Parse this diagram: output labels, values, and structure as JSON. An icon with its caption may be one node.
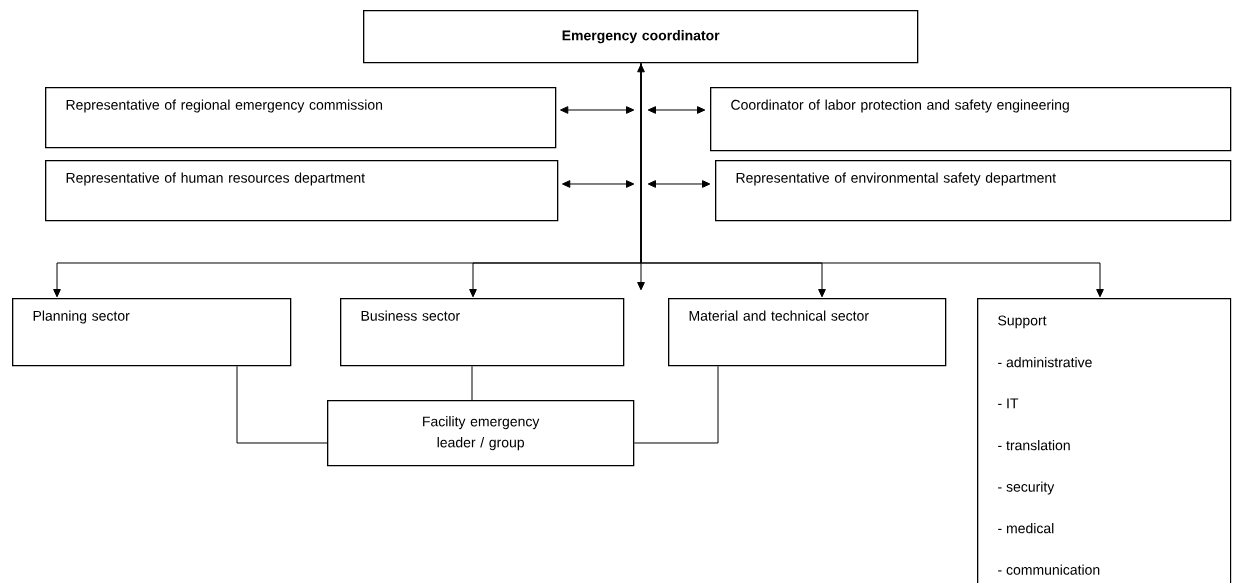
{
  "diagram": {
    "nodes": [
      {
        "text": [
          "Emergency coordinator"
        ]
      },
      {
        "text": [
          "Representative of regional emergency commission"
        ]
      },
      {
        "text": [
          "Coordinator of labor protection and safety engineering"
        ]
      },
      {
        "text": [
          "Representative of human resources department"
        ]
      },
      {
        "text": [
          "Representative of environmental safety department"
        ]
      },
      {
        "text": [
          "Planning sector"
        ]
      },
      {
        "text": [
          "Business sector"
        ]
      },
      {
        "text": [
          "Material and technical sector"
        ]
      },
      {
        "text": [
          "Support",
          "- administrative",
          "- IT",
          "- translation",
          "- security",
          "- medical",
          "- communication"
        ]
      },
      {
        "text": [
          "Facility emergency leader / group"
        ]
      }
    ],
    "edges": [
      {
        "from": null,
        "to": 0,
        "arrow": "both"
      },
      {
        "from": 1,
        "to": null,
        "arrow": "both"
      },
      {
        "from": 2,
        "to": null,
        "arrow": "both"
      },
      {
        "from": 3,
        "to": null,
        "arrow": "both"
      },
      {
        "from": 4,
        "to": null,
        "arrow": "both"
      },
      {
        "from": 0,
        "to": 5,
        "arrow": "to"
      },
      {
        "from": 0,
        "to": 6,
        "arrow": "to"
      },
      {
        "from": 0,
        "to": 7,
        "arrow": "to"
      },
      {
        "from": 0,
        "to": 8,
        "arrow": "to"
      },
      {
        "from": 5,
        "to": 9,
        "arrow": "none"
      },
      {
        "from": 6,
        "to": 9,
        "arrow": "none"
      },
      {
        "from": 7,
        "to": 9,
        "arrow": "none"
      }
    ]
  }
}
